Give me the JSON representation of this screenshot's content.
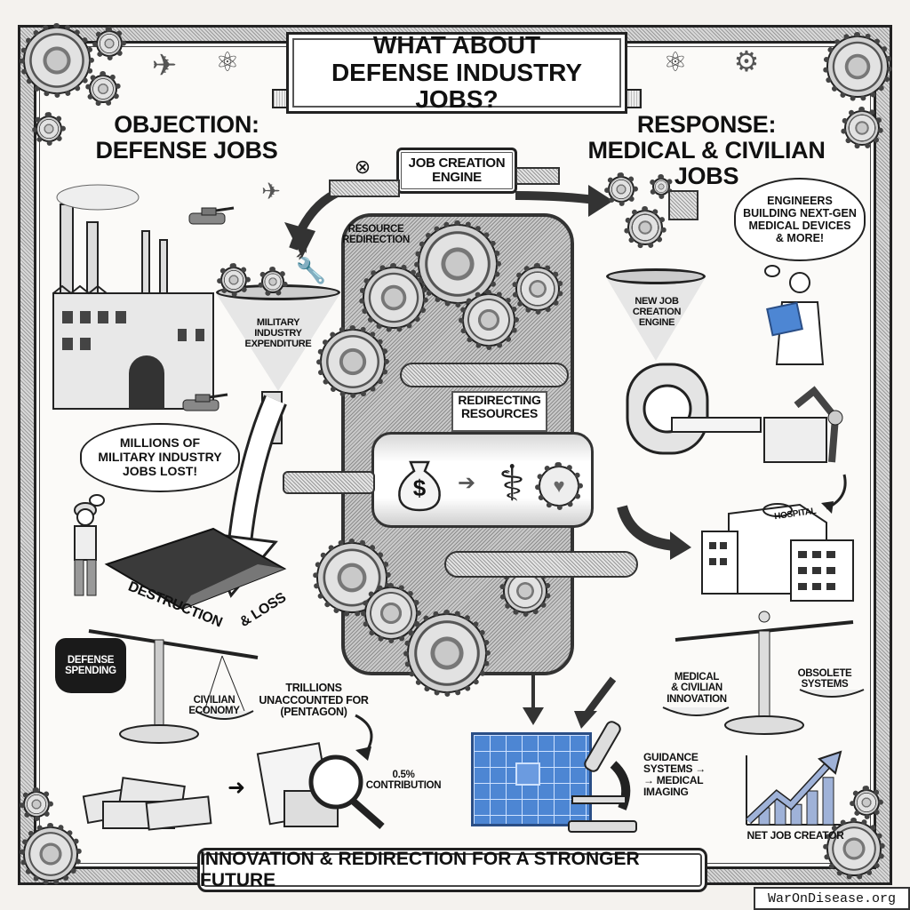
{
  "title": {
    "line1": "WHAT ABOUT",
    "line2": "DEFENSE INDUSTRY JOBS?"
  },
  "objection": {
    "heading_line1": "OBJECTION:",
    "heading_line2": "DEFENSE JOBS",
    "funnel_label": [
      "MILITARY",
      "INDUSTRY",
      "EXPENDITURE"
    ],
    "thought_bubble": [
      "MILLIONS OF",
      "MILITARY INDUSTRY",
      "JOBS LOST!"
    ],
    "pit_label_1": "DESTRUCTION",
    "pit_label_2": "& LOSS",
    "weight_label": [
      "DEFENSE",
      "SPENDING"
    ],
    "scale_pan_label": [
      "CIVILIAN",
      "ECONOMY"
    ],
    "trillions_label": [
      "TRILLIONS",
      "UNACCOUNTED FOR",
      "(PENTAGON)"
    ],
    "contribution_label": [
      "0.5%",
      "CONTRIBUTION"
    ]
  },
  "engine": {
    "plate_label": [
      "JOB CREATION",
      "ENGINE"
    ],
    "resource_redirection": [
      "RESOURCE",
      "REDIRECTION"
    ],
    "redirecting_resources": [
      "REDIRECTING",
      "RESOURCES"
    ],
    "tank_symbols": {
      "money": "$",
      "arrow": "➔",
      "caduceus": "⚕",
      "heart": "♥"
    }
  },
  "response": {
    "heading_line1": "RESPONSE:",
    "heading_line2": "MEDICAL & CIVILIAN JOBS",
    "thought_bubble": [
      "ENGINEERS",
      "BUILDING NEXT-GEN",
      "MEDICAL DEVICES",
      "& MORE!"
    ],
    "funnel_label": [
      "NEW JOB",
      "CREATION",
      "ENGINE"
    ],
    "hospital_sign": "HOSPITAL",
    "scale_left": [
      "MEDICAL",
      "& CIVILIAN",
      "INNOVATION"
    ],
    "scale_right": [
      "OBSOLETE",
      "SYSTEMS"
    ],
    "guidance_label": [
      "GUIDANCE",
      "SYSTEMS →",
      "→ MEDICAL",
      "IMAGING"
    ],
    "chart_caption": "NET JOB CREATOR"
  },
  "footer": {
    "tagline": "INNOVATION & REDIRECTION FOR A STRONGER FUTURE"
  },
  "watermark": "WarOnDisease.org",
  "colors": {
    "ink": "#111111",
    "paper": "#fbfaf8",
    "blueprint": "#4d86d3",
    "chart_fill": "#9fb2d8"
  }
}
